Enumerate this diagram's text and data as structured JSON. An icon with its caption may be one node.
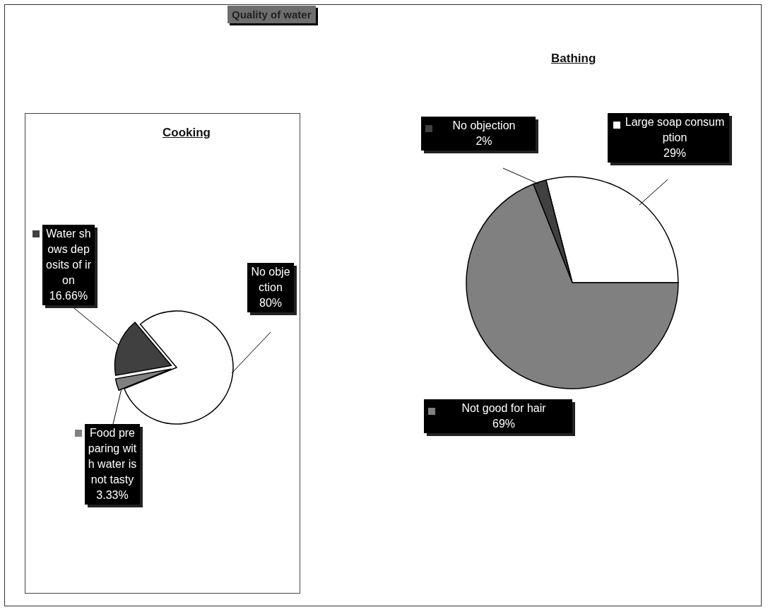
{
  "diagram": {
    "title": "Quality of water",
    "chart_data": [
      {
        "type": "pie",
        "title": "Cooking",
        "categories": [
          "No objection",
          "Water shows deposits of iron",
          "Food preparing with water is not tasty"
        ],
        "values": [
          80,
          16.66,
          3.33
        ],
        "colors": [
          "#ffffff",
          "#404040",
          "#808080"
        ],
        "data_labels": true,
        "value_labels": [
          "80%",
          "16.66%",
          "3.33%"
        ],
        "legend": "top-left"
      },
      {
        "type": "pie",
        "title": "Bathing",
        "categories": [
          "Large soap consumption",
          "No objection",
          "Not good for hair"
        ],
        "values": [
          29,
          2,
          69
        ],
        "colors": [
          "#ffffff",
          "#404040",
          "#808080"
        ],
        "data_labels": true,
        "value_labels": [
          "29%",
          "2%",
          "69%"
        ],
        "legend": "top-left"
      }
    ]
  }
}
